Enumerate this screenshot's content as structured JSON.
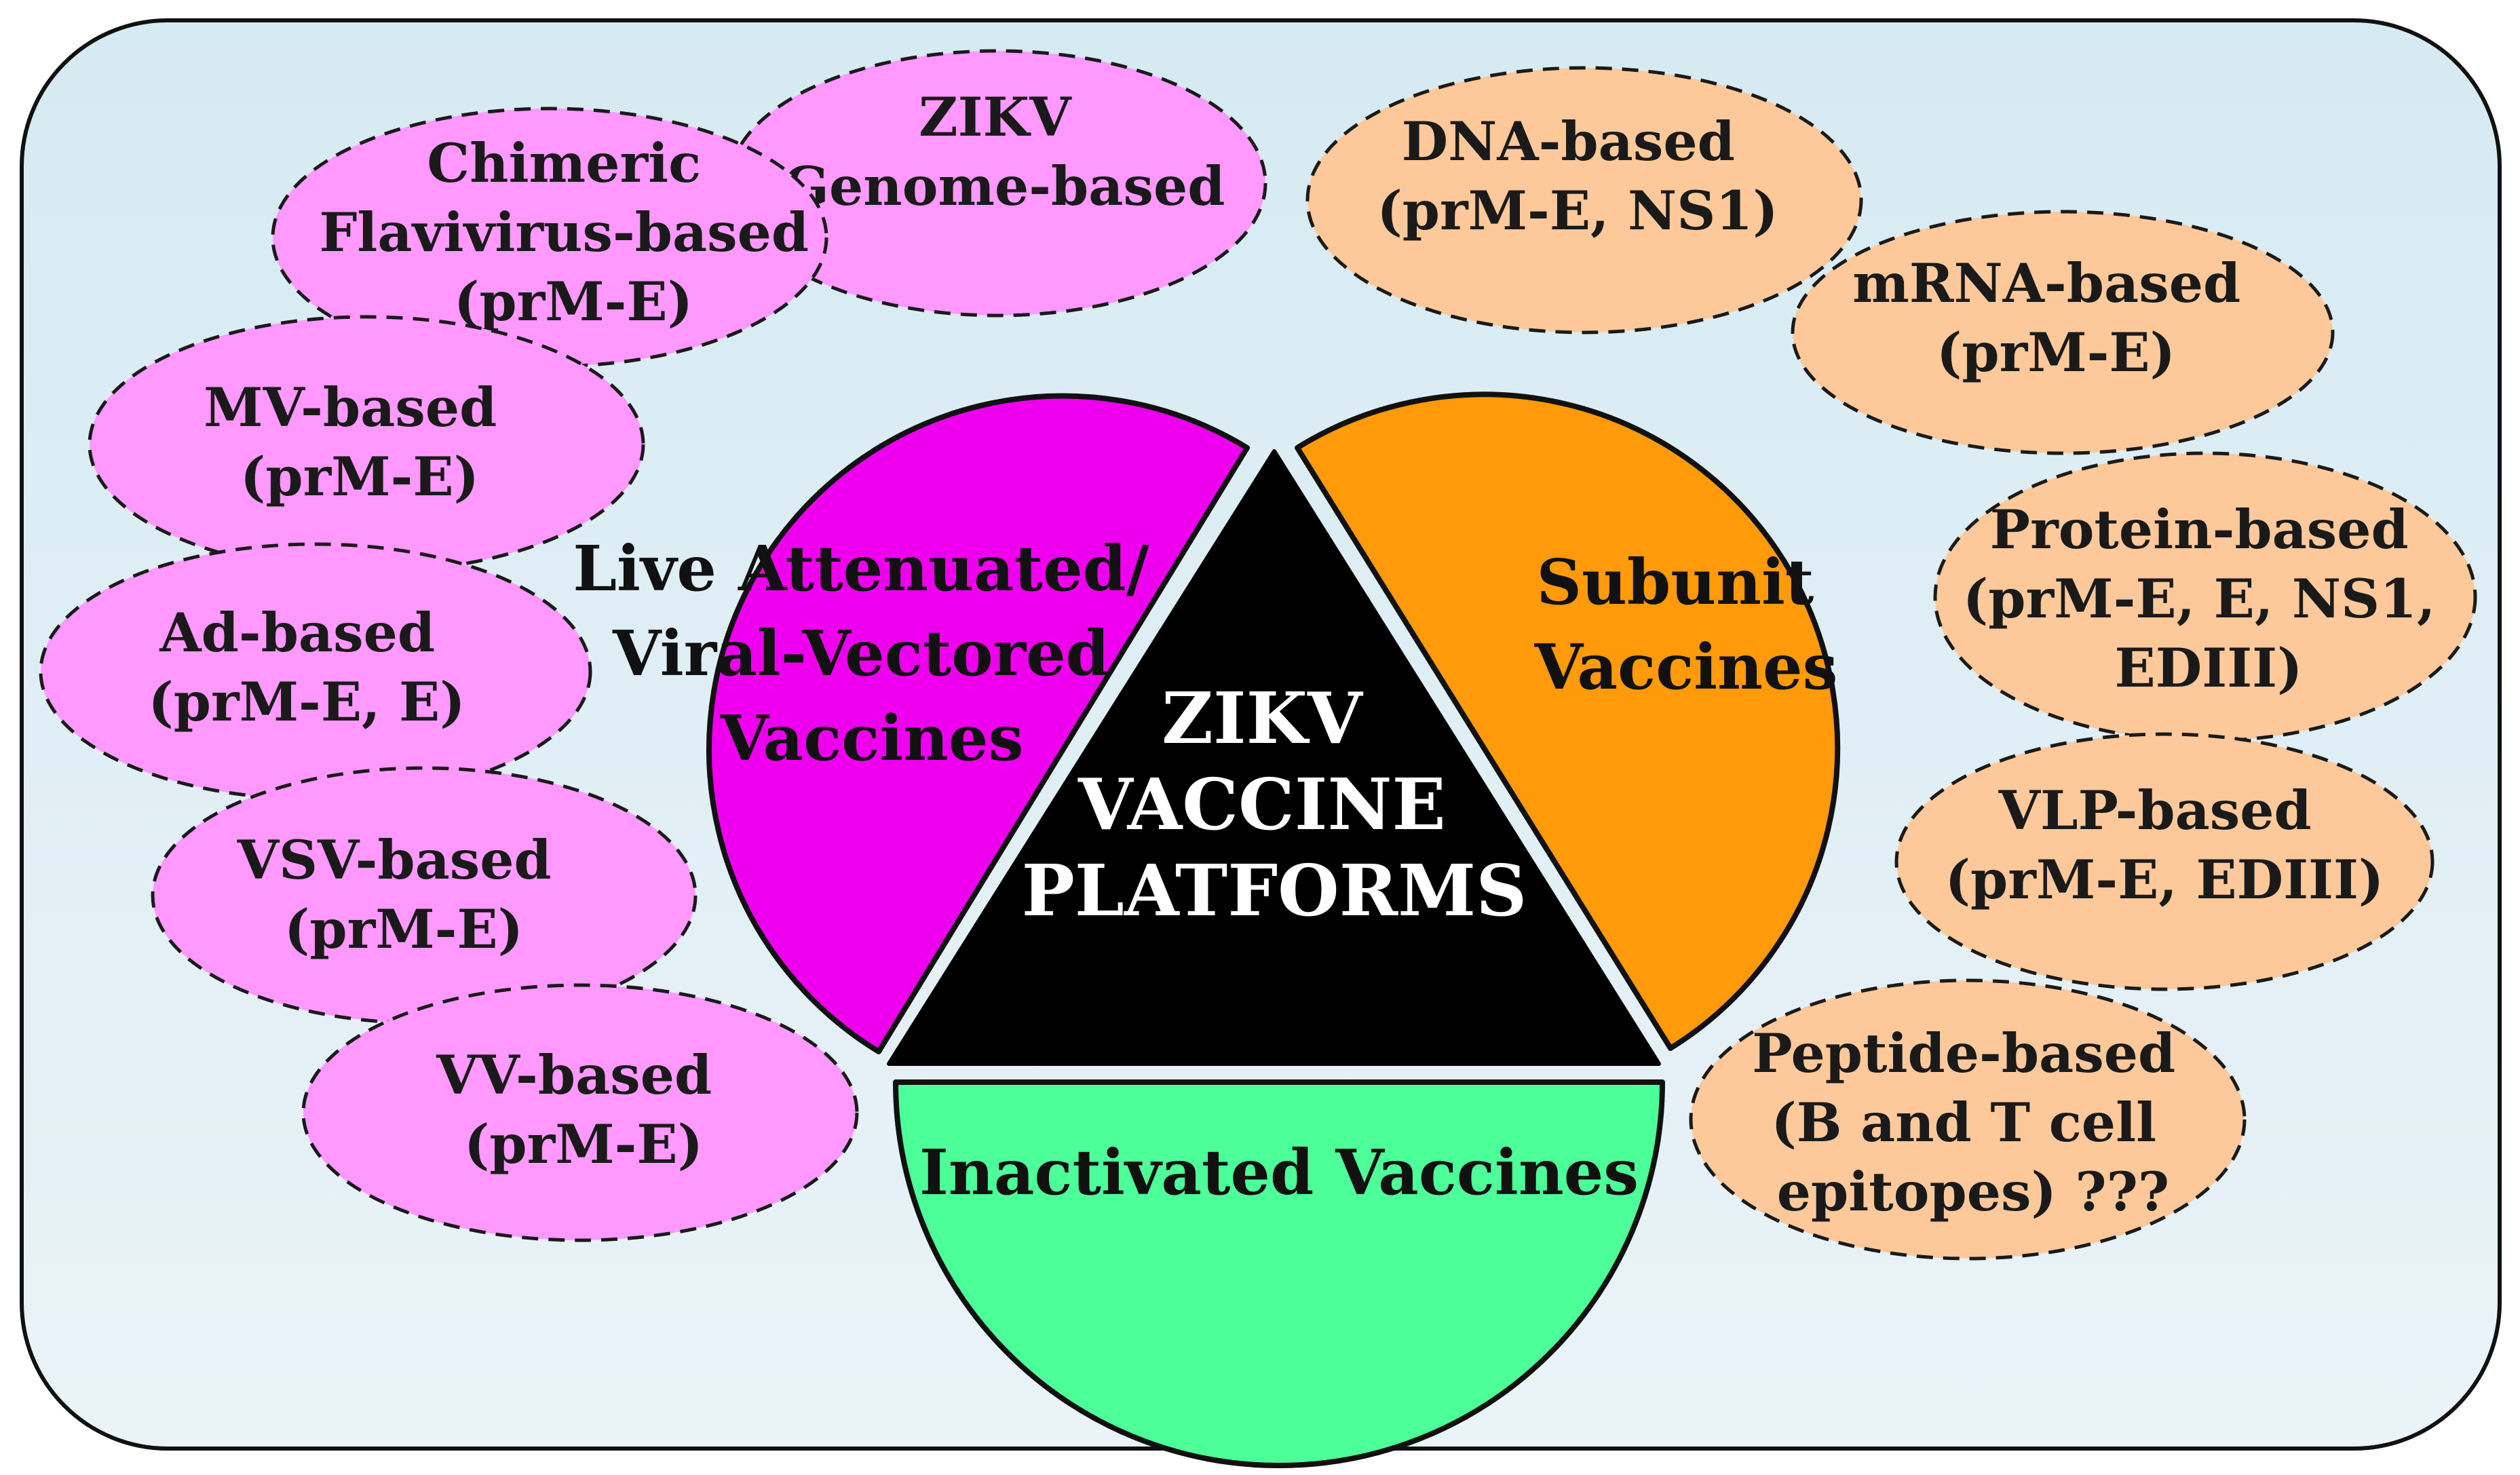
{
  "colors": {
    "live_bubble": "#ff99ff",
    "subunit_bubble": "#fdc99a",
    "live_circle": "#ee00ee",
    "subunit_circle": "#ff9a0a",
    "inactivated": "#4dff99",
    "center_triangle": "#000000",
    "background_top": "#d6eaf2",
    "background_bottom": "#eaf3f8"
  },
  "center": {
    "lines": [
      "ZIKV",
      "VACCINE",
      "PLATFORMS"
    ]
  },
  "live_attenuated": {
    "lines": [
      "Live Attenuated/",
      "Viral-Vectored",
      "Vaccines"
    ]
  },
  "subunit": {
    "lines": [
      "Subunit",
      "Vaccines"
    ]
  },
  "inactivated": {
    "label": "Inactivated Vaccines"
  },
  "live_items": [
    {
      "lines": [
        "ZIKV",
        "Genome-based"
      ]
    },
    {
      "lines": [
        "Chimeric",
        "Flavivirus-based",
        "(prM-E)"
      ]
    },
    {
      "lines": [
        "MV-based",
        "(prM-E)"
      ]
    },
    {
      "lines": [
        "Ad-based",
        "(prM-E, E)"
      ]
    },
    {
      "lines": [
        "VSV-based",
        "(prM-E)"
      ]
    },
    {
      "lines": [
        "VV-based",
        "(prM-E)"
      ]
    }
  ],
  "subunit_items": [
    {
      "lines": [
        "DNA-based",
        "(prM-E, NS1)"
      ]
    },
    {
      "lines": [
        "mRNA-based",
        "(prM-E)"
      ]
    },
    {
      "lines": [
        "Protein-based",
        "(prM-E, E, NS1,",
        "EDIII)"
      ]
    },
    {
      "lines": [
        "VLP-based",
        "(prM-E, EDIII)"
      ]
    },
    {
      "lines": [
        "Peptide-based",
        "(B and T cell",
        "epitopes)  ???"
      ]
    }
  ]
}
